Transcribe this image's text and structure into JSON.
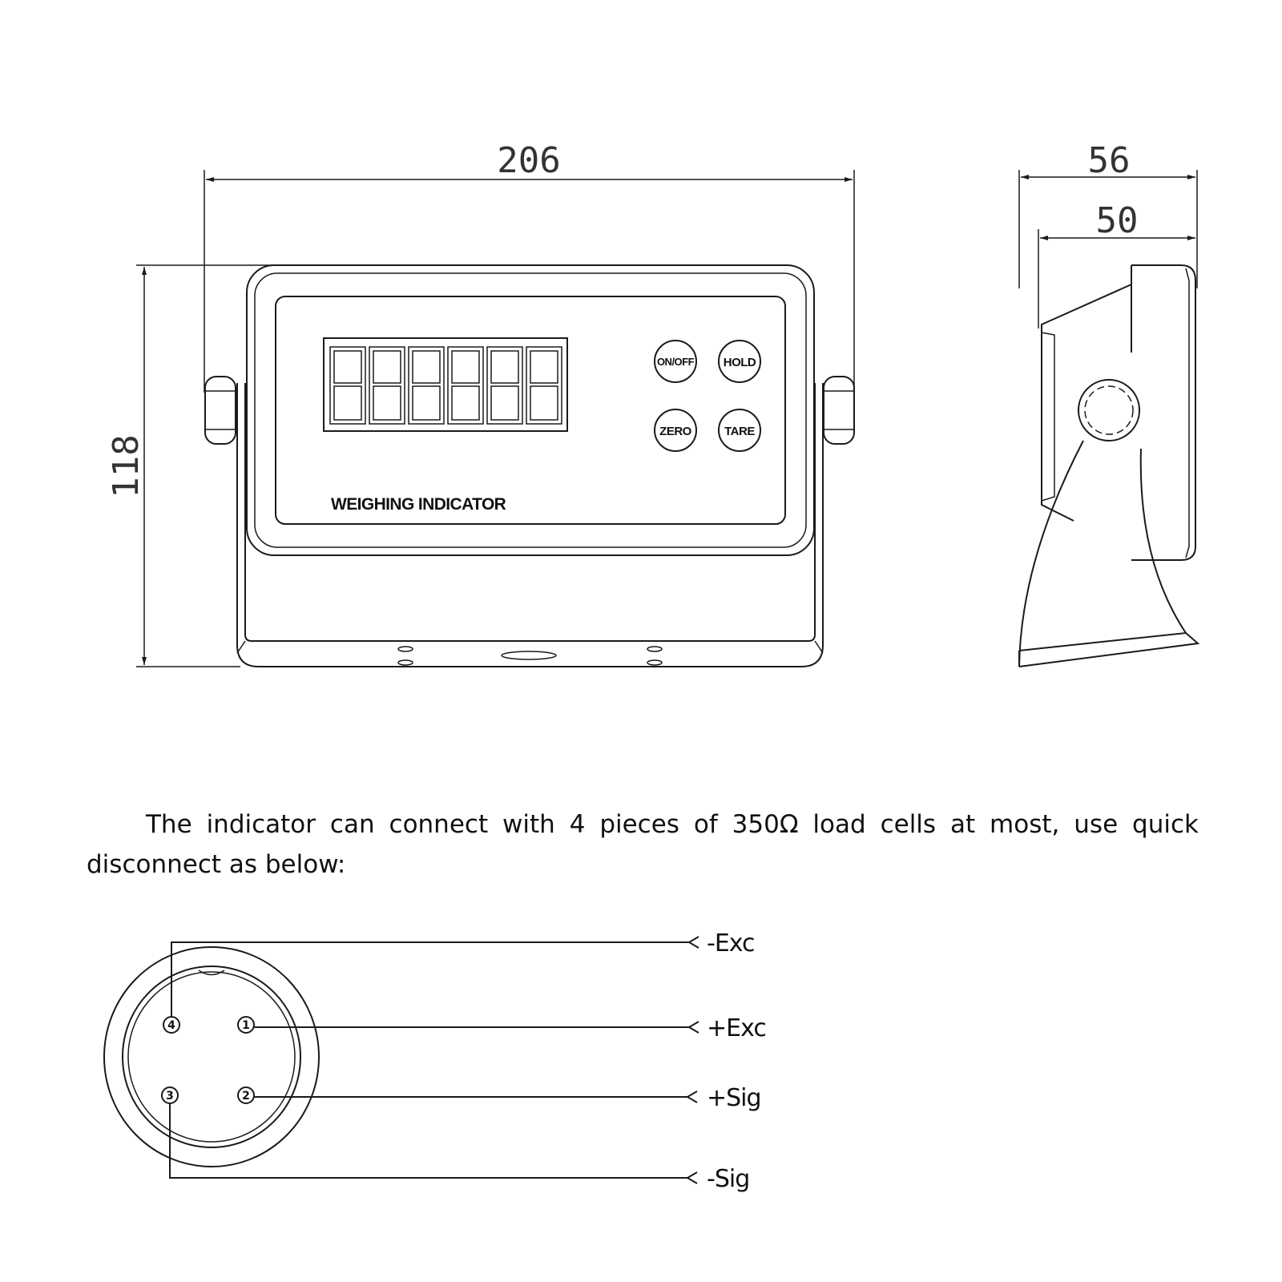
{
  "dimensions": {
    "front_width": "206",
    "front_height": "118",
    "side_depth_outer": "56",
    "side_depth_inner": "50"
  },
  "front_panel": {
    "display_digit_count": 6,
    "buttons": {
      "on_off": "ON/OFF",
      "hold": "HOLD",
      "zero": "ZERO",
      "tare": "TARE"
    },
    "label": "WEIGHING INDICATOR"
  },
  "description": "The indicator can connect with 4 pieces of 350Ω load cells at most, use quick disconnect as below:",
  "connector": {
    "pins": [
      {
        "number": "4",
        "signal": "-Exc"
      },
      {
        "number": "1",
        "signal": "+Exc"
      },
      {
        "number": "2",
        "signal": "+Sig"
      },
      {
        "number": "3",
        "signal": "-Sig"
      }
    ]
  }
}
